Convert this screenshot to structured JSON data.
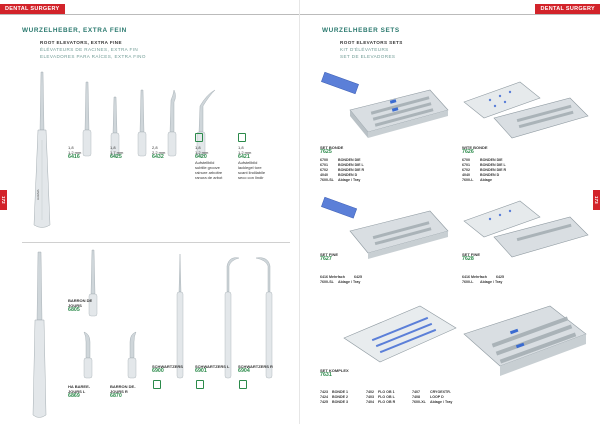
{
  "left_page": {
    "header_tag": "DENTAL SURGERY",
    "section_title": "WURZELHEBER, EXTRA FEIN",
    "subtitle_en": "ROOT ELEVATORS, EXTRA FINE",
    "subtitle_fr": "ÉLÉVATEURS DE RACINES, EXTRA FIN",
    "subtitle_es": "ELEVADORES PARA RAÍCES, EXTRA FINO",
    "page_number": "172",
    "top_items": [
      {
        "size1": "1,8",
        "size2": "1,2 mm",
        "art": "6416"
      },
      {
        "size1": "1,8",
        "size2": "1,7 mm",
        "art": "6425"
      },
      {
        "size1": "2,8",
        "size2": "2,2 mm",
        "art": "6432"
      },
      {
        "size1": "1,8",
        "size2": "1,2 mm",
        "art": "6420",
        "note1": "Aufstellbild",
        "note2": "subtile groove",
        "note3": "rainure arboitre",
        "note4": "ranura de arbot"
      },
      {
        "size1": "1,8",
        "size2": "1,2 mm",
        "art": "6421",
        "note1": "Aufstellbild",
        "note2": "lacklegel tore",
        "note3": "scant lindilabile",
        "note4": "seco con lindir"
      }
    ],
    "bottom_items": [
      {
        "label1": "BARRON DE",
        "label2": "JOURS",
        "art": "6805"
      },
      {
        "label1": "HA BAREE-",
        "label2": "JOURS L",
        "art": "6869"
      },
      {
        "label1": "BARRON DE-",
        "label2": "JOURS R",
        "art": "6870"
      },
      {
        "label1": "SCHWARTZERS",
        "art": "6900"
      },
      {
        "label1": "SCHWARTZERS L",
        "art": "6901"
      },
      {
        "label1": "SCHWARTZERS R",
        "art": "6904"
      }
    ]
  },
  "right_page": {
    "header_tag": "DENTAL SURGERY",
    "section_title": "WURZELHEBER SETS",
    "subtitle_en": "ROOT ELEVATORS SETS",
    "subtitle_fr": "KIT D'ÉLÉVATEURS",
    "subtitle_es": "SET DE ELEVADORES",
    "page_number": "173",
    "sets": [
      {
        "name": "SET BONDE",
        "art": "7625",
        "rows": [
          [
            "6700",
            "BONDEN DIE"
          ],
          [
            "6701",
            "BONDEN DIE L"
          ],
          [
            "6702",
            "BONDEN DIE R"
          ],
          [
            "4040",
            "BONDEN D"
          ],
          [
            "7600-SL",
            "Ablage / Tray"
          ]
        ]
      },
      {
        "name": "WITE BONDE",
        "art": "7626",
        "rows": [
          [
            "6700",
            "BONDEN DIE"
          ],
          [
            "6701",
            "BONDEN DIE L"
          ],
          [
            "6702",
            "BONDEN DIE R"
          ],
          [
            "4040",
            "BONDEN D"
          ],
          [
            "7600-L",
            "Ablage"
          ]
        ]
      },
      {
        "name": "SET FINE",
        "art": "7627",
        "rows": [
          [
            "6416 Mehrfach",
            "6425"
          ],
          [
            "7600-SL",
            "Ablage / Tray"
          ]
        ]
      },
      {
        "name": "SET FINE",
        "art": "7628",
        "rows": [
          [
            "6416 Mehrfach",
            "6425"
          ],
          [
            "7600-L",
            "Ablage / Tray"
          ]
        ]
      },
      {
        "name": "SET KOMPLEX",
        "art": "7631",
        "rows": [
          [
            "7423",
            "BONDE 1",
            "7402",
            "FLO OB 1",
            "7407",
            "CRYOEXTR."
          ],
          [
            "7424",
            "BONDE 2",
            "7403",
            "FLO OB L",
            "7408",
            "LOOP D"
          ],
          [
            "7425",
            "BONDE 3",
            "7404",
            "FLO OB R",
            "7600-XL",
            "Ablage / Tray"
          ]
        ]
      }
    ]
  }
}
